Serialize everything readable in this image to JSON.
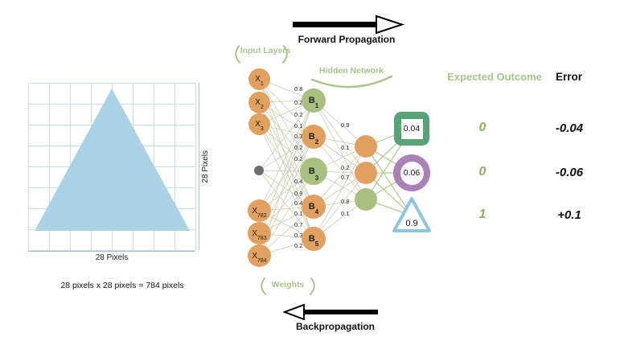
{
  "flow": {
    "forward_label": "Forward Propagation",
    "backward_label": "Backpropagation"
  },
  "input_image": {
    "width_label": "28 Pixels",
    "height_label": "28 Pixels",
    "caption": "28 pixels x 28 pixels = 784 pixels"
  },
  "network": {
    "input_layers_label": "Input Layers",
    "hidden_network_label": "Hidden Network",
    "weights_label": "Weights",
    "input_nodes": [
      {
        "base": "X",
        "sub": "1"
      },
      {
        "base": "X",
        "sub": "2"
      },
      {
        "base": "X",
        "sub": "3"
      },
      {
        "base": "X",
        "sub": "782"
      },
      {
        "base": "X",
        "sub": "783"
      },
      {
        "base": "X",
        "sub": "784"
      }
    ],
    "hidden_nodes": [
      {
        "base": "B",
        "sub": "1"
      },
      {
        "base": "B",
        "sub": "2"
      },
      {
        "base": "B",
        "sub": "3"
      },
      {
        "base": "B",
        "sub": "4"
      },
      {
        "base": "B",
        "sub": "5"
      }
    ],
    "input_weights": [
      "0.8",
      "0.2",
      "0.2",
      "0.1",
      "0.3",
      "0.2",
      "0.2",
      "0.4",
      "0.9",
      "0.4",
      "0.1",
      "0.7",
      "0.3",
      "0.2"
    ],
    "hidden_weights": [
      "0.9",
      "0.1",
      "0.2",
      "0.7",
      "0.8",
      "0.1"
    ],
    "outputs": [
      {
        "shape": "square",
        "value": "0.04"
      },
      {
        "shape": "circle",
        "value": "0.06"
      },
      {
        "shape": "triangle",
        "value": "0.9"
      }
    ]
  },
  "results": {
    "expected_header": "Expected Outcome",
    "error_header": "Error",
    "rows": [
      {
        "expected": "0",
        "error": "-0.04"
      },
      {
        "expected": "0",
        "error": "-0.06"
      },
      {
        "expected": "1",
        "error": "+0.1"
      }
    ]
  },
  "colors": {
    "node_orange": "#E2A05F",
    "node_green": "#A8BF80",
    "label_green": "#A9C48B",
    "square_green": "#55A478",
    "circle_purple": "#AA82B8",
    "triangle_blue": "#8EC4DE",
    "image_blue": "#A9D3E5",
    "grid_line": "#C9DDE9"
  }
}
